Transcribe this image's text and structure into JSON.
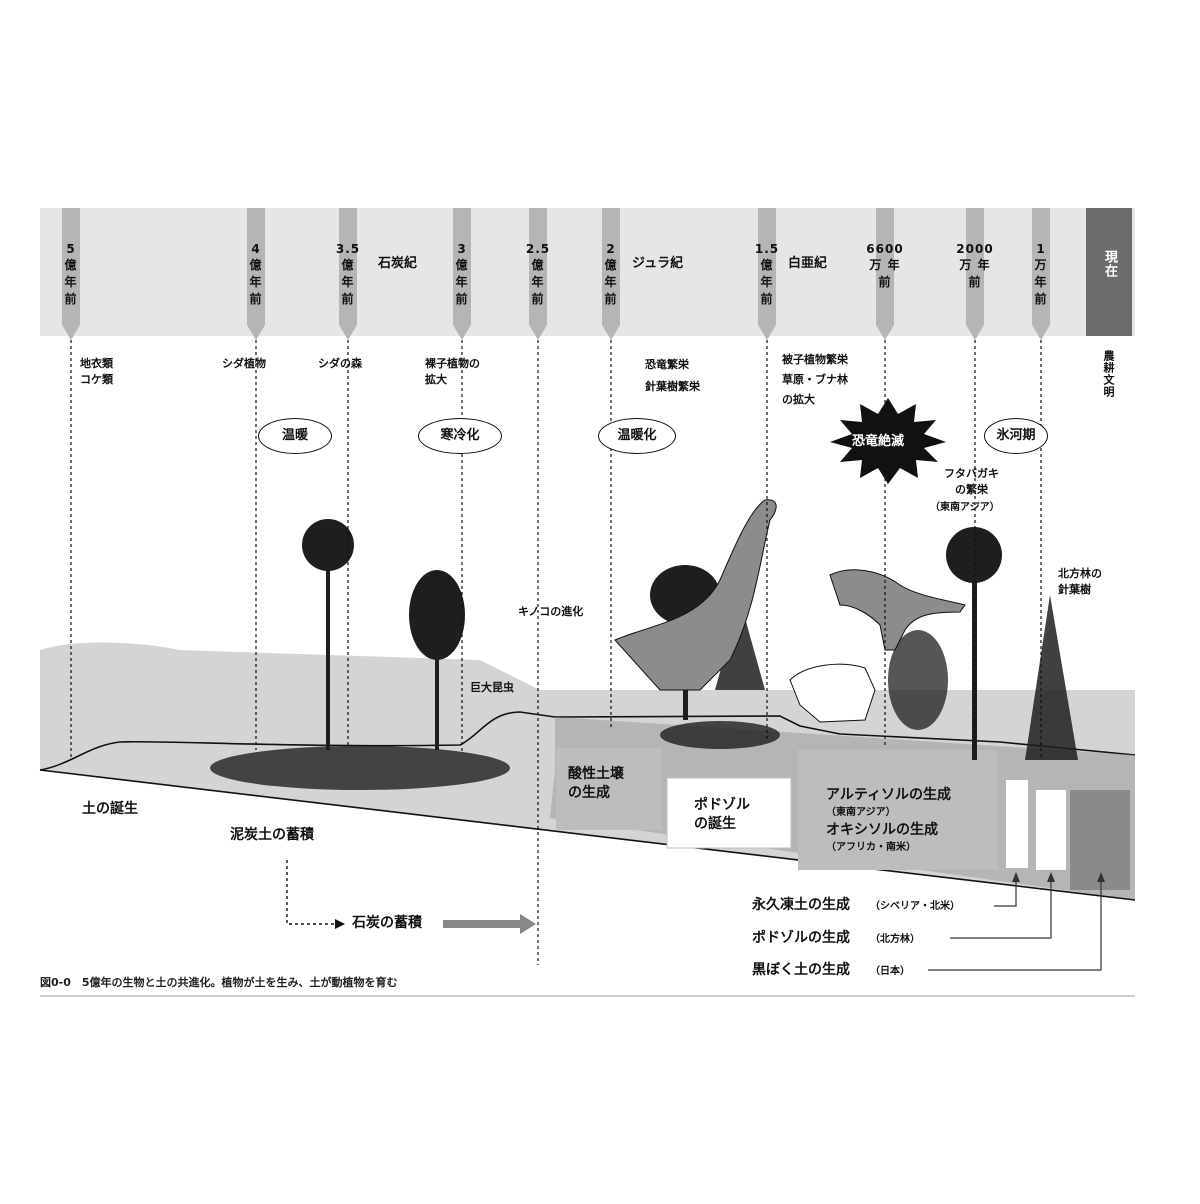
{
  "timeline": {
    "markers": [
      {
        "label": "5\n億\n年\n前"
      },
      {
        "label": "4\n億\n年\n前"
      },
      {
        "label": "3.5\n億\n年\n前"
      },
      {
        "label": "3\n億\n年\n前"
      },
      {
        "label": "2.5\n億\n年\n前"
      },
      {
        "label": "2\n億\n年\n前"
      },
      {
        "label": "1.5\n億\n年\n前"
      },
      {
        "label": "6600\n万\n年\n前"
      },
      {
        "label": "2000\n万\n年\n前"
      },
      {
        "label": "1\n万\n年\n前"
      }
    ],
    "present": "現在",
    "periods": {
      "carboniferous": "石炭紀",
      "jurassic": "ジュラ紀",
      "cretaceous": "白亜紀"
    }
  },
  "events": {
    "lichen": "地衣類\nコケ類",
    "fern_plants": "シダ植物",
    "fern_forest": "シダの森",
    "gymnosperm": "裸子植物の\n拡大",
    "dinosaur_conifer": "恐竜繁栄\n針葉樹繁栄",
    "angiosperm": "被子植物繁栄\n草原・ブナ林\nの拡大",
    "agriculture": "農耕文明",
    "mushroom": "キノコの進化",
    "giant_insect": "巨大昆虫",
    "dipterocarp": "フタバガキ\nの繁栄",
    "dipterocarp_region": "（東南アジア）",
    "boreal": "北方林の\n針葉樹"
  },
  "climate": {
    "warm1": "温暖",
    "cold": "寒冷化",
    "warm2": "温暖化",
    "extinction": "恐竜絶滅",
    "ice_age": "氷河期"
  },
  "soil": {
    "birth": "土の誕生",
    "peat": "泥炭土の蓄積",
    "coal": "石炭の蓄積",
    "acidic": "酸性土壌\nの生成",
    "podzol": "ポドゾル\nの誕生",
    "ultisol": "アルティソルの生成",
    "ultisol_region": "（東南アジア）",
    "oxisol": "オキシソルの生成",
    "oxisol_region": "（アフリカ・南米）",
    "permafrost": "永久凍土の生成",
    "permafrost_region": "（シベリア・北米）",
    "podzol_gen": "ポドゾルの生成",
    "podzol_gen_region": "（北方林）",
    "andosol": "黒ぼく土の生成",
    "andosol_region": "（日本）"
  },
  "caption": "図0-0　5億年の生物と土の共進化。植物が土を生み、土が動植物を育む"
}
